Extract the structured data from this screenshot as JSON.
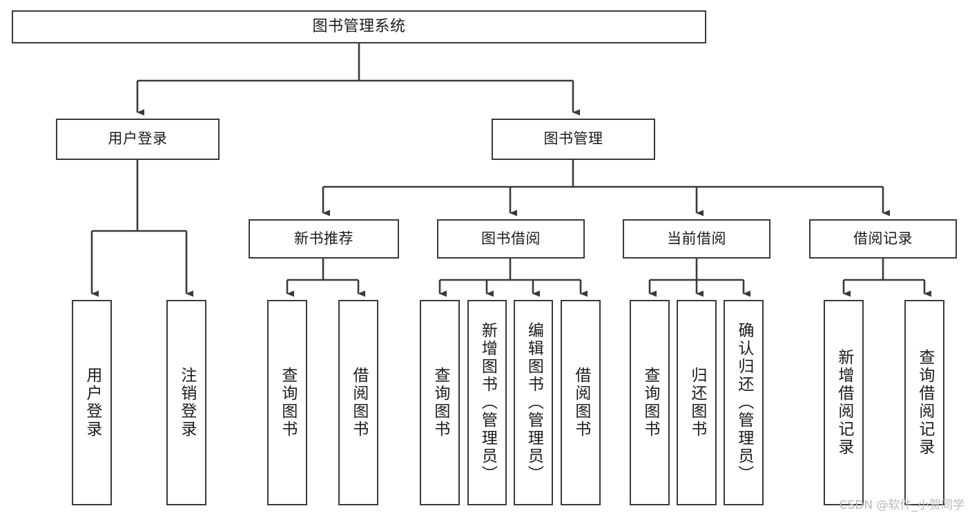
{
  "diagram": {
    "title": "图书管理系统",
    "type": "tree-hierarchy-chart",
    "stroke_color": "#3a3a3a",
    "text_color": "#1b1b1b",
    "background_color": "#ffffff",
    "nodes": {
      "root": {
        "label": "图书管理系统"
      },
      "level1": [
        {
          "label": "用户登录"
        },
        {
          "label": "图书管理"
        }
      ],
      "level2": [
        {
          "label": "新书推荐"
        },
        {
          "label": "图书借阅"
        },
        {
          "label": "当前借阅"
        },
        {
          "label": "借阅记录"
        }
      ],
      "leaves": {
        "user_login": [
          {
            "label": "用户登录"
          },
          {
            "label": "注销登录"
          }
        ],
        "new_book_recommend": [
          {
            "label": "查询图书"
          },
          {
            "label": "借阅图书"
          }
        ],
        "book_borrow": [
          {
            "label": "查询图书"
          },
          {
            "label": "新增图书（管理员）"
          },
          {
            "label": "编辑图书（管理员）"
          },
          {
            "label": "借阅图书"
          }
        ],
        "current_borrow": [
          {
            "label": "查询图书"
          },
          {
            "label": "归还图书"
          },
          {
            "label": "确认归还（管理员）"
          }
        ],
        "borrow_record": [
          {
            "label": "新增借阅记录"
          },
          {
            "label": "查询借阅记录"
          }
        ]
      }
    }
  },
  "watermark": {
    "text": "CSDN @软件_小贺同学"
  }
}
